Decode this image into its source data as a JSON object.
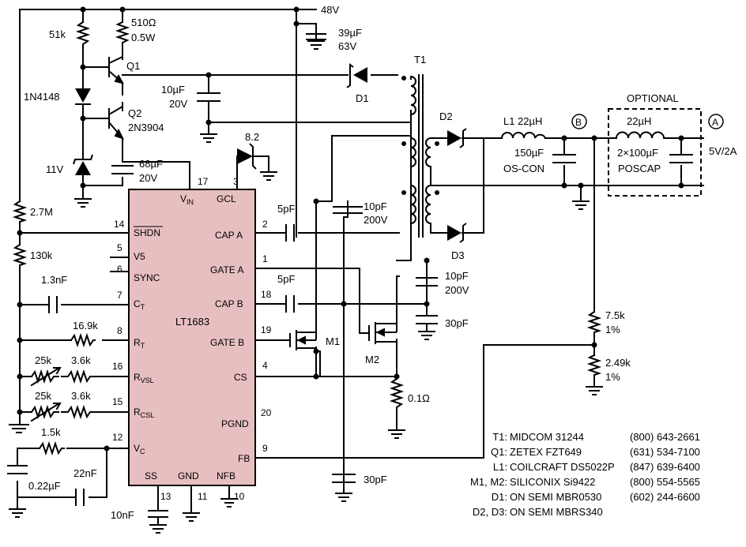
{
  "ic": {
    "name": "LT1683",
    "fill": "#e8bfc0",
    "left_pins": [
      {
        "num": "14",
        "label": "SHDN"
      },
      {
        "num": "5",
        "label": "V5"
      },
      {
        "num": "6",
        "label": "SYNC"
      },
      {
        "num": "7",
        "label": "CT"
      },
      {
        "num": "8",
        "label": "RT"
      },
      {
        "num": "16",
        "label": "RVSL"
      },
      {
        "num": "15",
        "label": "RCSL"
      },
      {
        "num": "12",
        "label": "VC"
      }
    ],
    "right_pins": [
      {
        "num": "2",
        "label": "CAP A"
      },
      {
        "num": "1",
        "label": "GATE A"
      },
      {
        "num": "18",
        "label": "CAP B"
      },
      {
        "num": "19",
        "label": "GATE B"
      },
      {
        "num": "4",
        "label": "CS"
      },
      {
        "num": "20",
        "label": "PGND"
      },
      {
        "num": "9",
        "label": "FB"
      }
    ],
    "top_pins": [
      {
        "num": "17",
        "label": "VIN"
      },
      {
        "num": "3",
        "label": "GCL"
      }
    ],
    "bottom_pins": [
      {
        "num": "13",
        "label": "SS"
      },
      {
        "num": "11",
        "label": "GND"
      },
      {
        "num": "10",
        "label": "NFB"
      }
    ]
  },
  "labels": {
    "v48": "48V",
    "r510": "510Ω",
    "r510w": "0.5W",
    "r51k": "51k",
    "q1": "Q1",
    "q2": "Q2",
    "q2part": "2N3904",
    "d1n4148": "1N4148",
    "z11v": "11V",
    "c39": "39µF",
    "c39v": "63V",
    "c10u": "10µF",
    "c10uv": "20V",
    "c68": "68µF",
    "c68v": "20V",
    "z82": "8.2",
    "d1": "D1",
    "t1": "T1",
    "d2": "D2",
    "d3": "D3",
    "l1": "L1  22µH",
    "c150": "150µF",
    "c150b": "OS-CON",
    "optional": "OPTIONAL",
    "l22": "22µH",
    "cpos": "2×100µF",
    "cposb": "POSCAP",
    "nodeB": "B",
    "nodeA": "A",
    "vout": "5V/2A",
    "r27m": "2.7M",
    "r130k": "130k",
    "c13n": "1.3nF",
    "r169k": "16.9k",
    "r25k1": "25k",
    "r36k1": "3.6k",
    "r25k2": "25k",
    "r36k2": "3.6k",
    "r15k": "1.5k",
    "c22n": "22nF",
    "c022": "0.22µF",
    "c10n": "10nF",
    "c5p1": "5pF",
    "c5p2": "5pF",
    "c10p1": "10pF",
    "c10p1v": "200V",
    "c10p2": "10pF",
    "c10p2v": "200V",
    "c30p1": "30pF",
    "c30p2": "30pF",
    "m1": "M1",
    "m2": "M2",
    "r01": "0.1Ω",
    "r75k": "7.5k",
    "r75kt": "1%",
    "r249k": "2.49k",
    "r249kt": "1%"
  },
  "bom": [
    {
      "ref": "T1:",
      "part": "MIDCOM 31244",
      "phone": "(800) 643-2661"
    },
    {
      "ref": "Q1:",
      "part": "ZETEX FZT649",
      "phone": "(631) 534-7100"
    },
    {
      "ref": "L1:",
      "part": "COILCRAFT DS5022P",
      "phone": "(847) 639-6400"
    },
    {
      "ref": "M1, M2:",
      "part": "SILICONIX Si9422",
      "phone": "(800) 554-5565"
    },
    {
      "ref": "D1:",
      "part": "ON SEMI MBR0530",
      "phone": "(602) 244-6600"
    },
    {
      "ref": "D2, D3:",
      "part": "ON SEMI MBRS340",
      "phone": ""
    }
  ]
}
